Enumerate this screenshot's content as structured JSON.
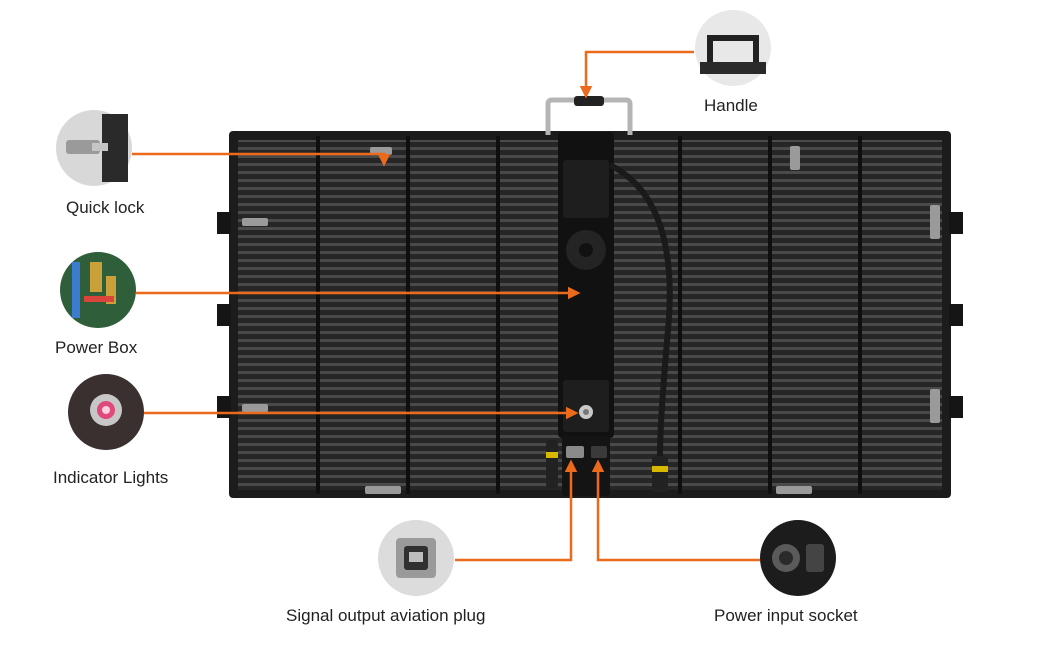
{
  "colors": {
    "callout": "#ec6a1c",
    "panel": "#1c1c1c",
    "panel_slat": "#3a3a3a",
    "power_box": "#111111",
    "label_text": "#222222"
  },
  "callouts": {
    "handle": {
      "label": "Handle",
      "icon": "handle-icon"
    },
    "quick_lock": {
      "label": "Quick lock",
      "icon": "quick-lock-icon"
    },
    "power_box": {
      "label": "Power Box",
      "icon": "power-box-icon"
    },
    "indicator_lights": {
      "label": "Indicator Lights",
      "icon": "indicator-light-icon"
    },
    "signal_plug": {
      "label": "Signal output aviation plug",
      "icon": "aviation-plug-icon"
    },
    "power_socket": {
      "label": "Power input socket",
      "icon": "power-socket-icon"
    }
  }
}
